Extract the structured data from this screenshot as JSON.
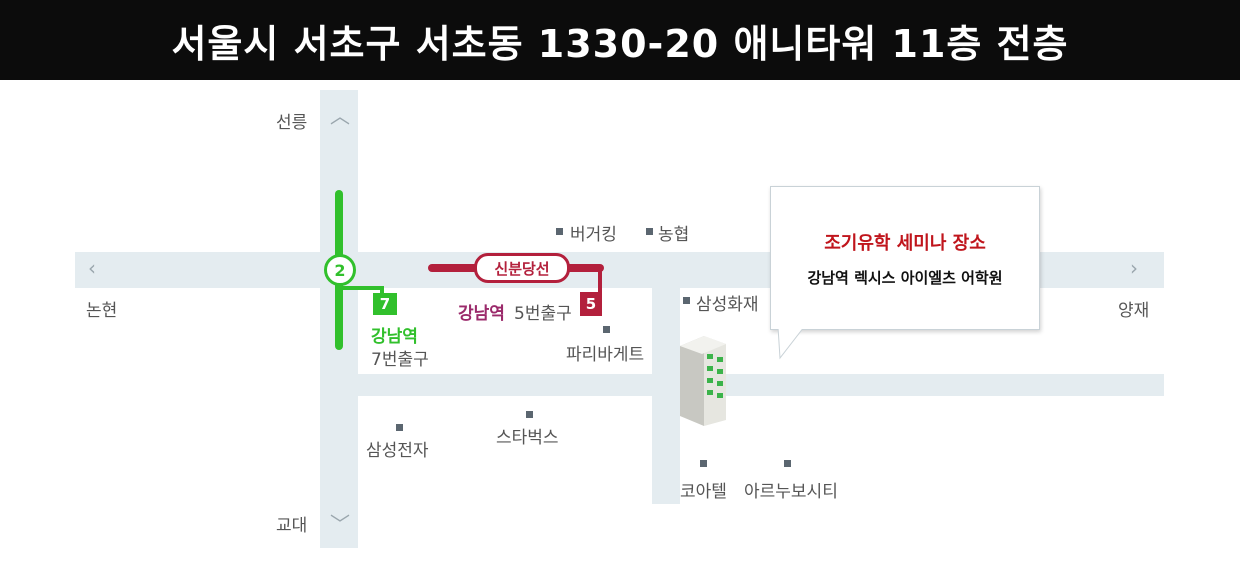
{
  "header": {
    "address": "서울시 서초구 서초동 1330-20 애니타워 11층 전층"
  },
  "directions": {
    "north": "선릉",
    "south": "교대",
    "west": "논현",
    "east": "양재"
  },
  "subway": {
    "line2_number": "2",
    "sinbundang_line": "신분당선",
    "line2_exit_number": "7",
    "line2_exit_station": "강남역",
    "line2_exit_label": "7번출구",
    "sinbundang_exit_number": "5",
    "sinbundang_exit_station": "강남역",
    "sinbundang_exit_label": "5번출구",
    "line2_color": "#31c02c",
    "sinbundang_color": "#b3203c"
  },
  "pois": {
    "burger_king": "버거킹",
    "nonghyup": "농협",
    "samsung_fire": "삼성화재",
    "paris_baguette": "파리바게트",
    "samsung_electronics": "삼성전자",
    "starbucks": "스타벅스",
    "koatel": "코아텔",
    "areunubo_city": "아르누보시티"
  },
  "callout": {
    "title": "조기유학 세미나 장소",
    "subtitle": "강남역 렉시스 아이엘츠 어학원",
    "title_color": "#c0151c"
  }
}
